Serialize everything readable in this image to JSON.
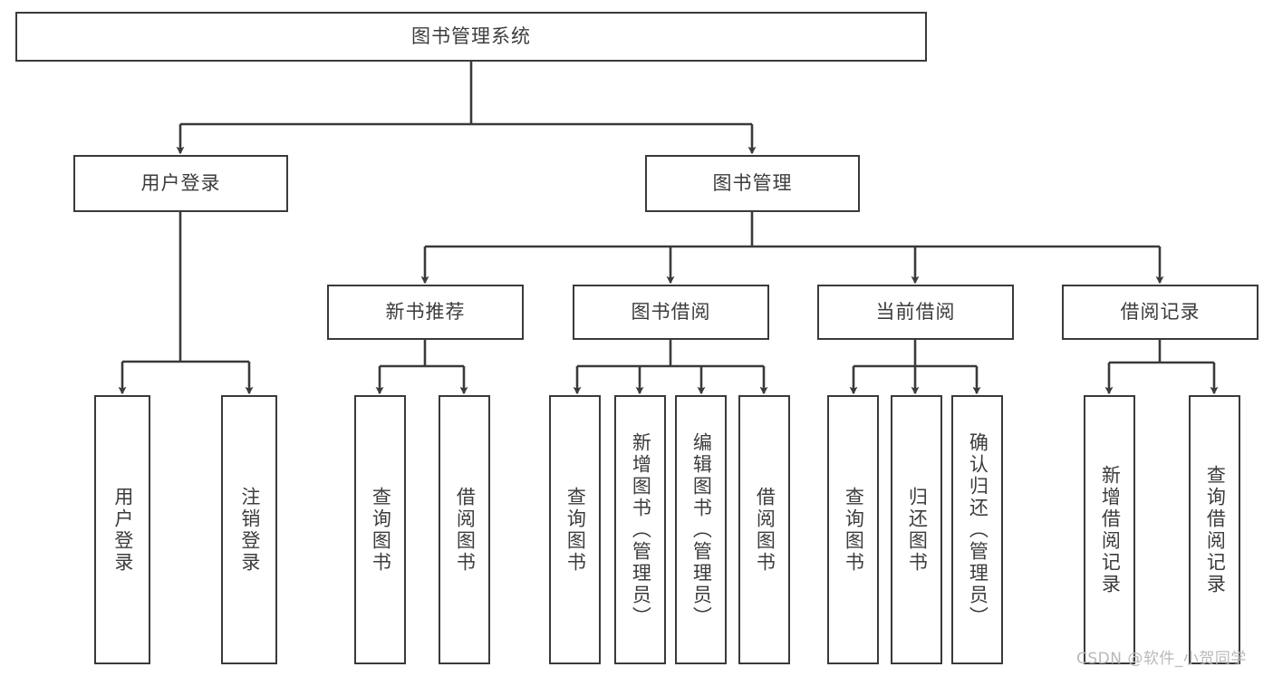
{
  "diagram": {
    "title": "图书管理系统",
    "type": "tree-hierarchy",
    "watermark": "CSDN @软件_小贺同学",
    "stroke_color": "#3a3a3a",
    "text_color": "#3c3c3c",
    "background_color": "#ffffff",
    "levels": [
      {
        "level": 1,
        "nodes": [
          {
            "id": "root",
            "label": "图书管理系统"
          }
        ]
      },
      {
        "level": 2,
        "nodes": [
          {
            "id": "login",
            "label": "用户登录"
          },
          {
            "id": "bookmgmt",
            "label": "图书管理"
          }
        ]
      },
      {
        "level": 3,
        "nodes": [
          {
            "id": "newbook",
            "label": "新书推荐"
          },
          {
            "id": "borrow",
            "label": "图书借阅"
          },
          {
            "id": "current",
            "label": "当前借阅"
          },
          {
            "id": "record",
            "label": "借阅记录"
          }
        ]
      },
      {
        "level": 4,
        "nodes": [
          {
            "id": "leaf1",
            "label": "用户登录"
          },
          {
            "id": "leaf2",
            "label": "注销登录"
          },
          {
            "id": "leaf3",
            "label": "查询图书"
          },
          {
            "id": "leaf4",
            "label": "借阅图书"
          },
          {
            "id": "leaf5",
            "label": "查询图书"
          },
          {
            "id": "leaf6",
            "label": "新增图书（管理员）"
          },
          {
            "id": "leaf7",
            "label": "编辑图书（管理员）"
          },
          {
            "id": "leaf8",
            "label": "借阅图书"
          },
          {
            "id": "leaf9",
            "label": "查询图书"
          },
          {
            "id": "leaf10",
            "label": "归还图书"
          },
          {
            "id": "leaf11",
            "label": "确认归还（管理员）"
          },
          {
            "id": "leaf12",
            "label": "新增借阅记录"
          },
          {
            "id": "leaf13",
            "label": "查询借阅记录"
          }
        ]
      }
    ],
    "edges": [
      {
        "from": "root",
        "to": "login"
      },
      {
        "from": "root",
        "to": "bookmgmt"
      },
      {
        "from": "login",
        "to": "leaf1"
      },
      {
        "from": "login",
        "to": "leaf2"
      },
      {
        "from": "bookmgmt",
        "to": "newbook"
      },
      {
        "from": "bookmgmt",
        "to": "borrow"
      },
      {
        "from": "bookmgmt",
        "to": "current"
      },
      {
        "from": "bookmgmt",
        "to": "record"
      },
      {
        "from": "newbook",
        "to": "leaf3"
      },
      {
        "from": "newbook",
        "to": "leaf4"
      },
      {
        "from": "borrow",
        "to": "leaf5"
      },
      {
        "from": "borrow",
        "to": "leaf6"
      },
      {
        "from": "borrow",
        "to": "leaf7"
      },
      {
        "from": "borrow",
        "to": "leaf8"
      },
      {
        "from": "current",
        "to": "leaf9"
      },
      {
        "from": "current",
        "to": "leaf10"
      },
      {
        "from": "current",
        "to": "leaf11"
      },
      {
        "from": "record",
        "to": "leaf12"
      },
      {
        "from": "record",
        "to": "leaf13"
      }
    ]
  }
}
